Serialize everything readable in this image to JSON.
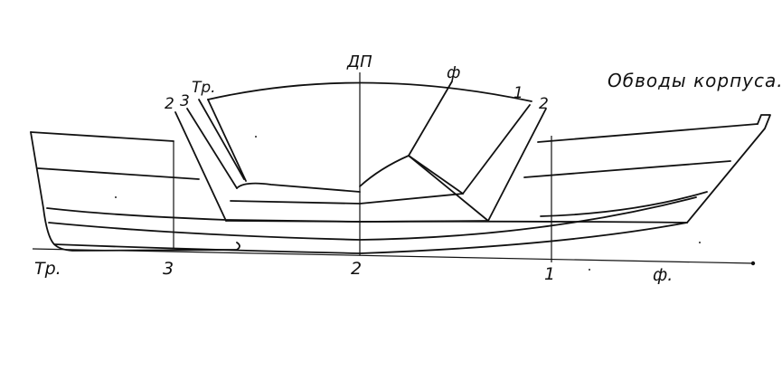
{
  "caption": "Обводы корпуса.",
  "section_labels": {
    "center_plane": "ДП",
    "transom_top": "Тр.",
    "bow_section": "ф",
    "left_2": "2",
    "left_3": "3",
    "right_1": "1",
    "right_2": "2"
  },
  "profile_labels": {
    "transom": "Тр.",
    "station_3": "3",
    "station_2": "2",
    "station_1": "1",
    "bow": "ф."
  }
}
